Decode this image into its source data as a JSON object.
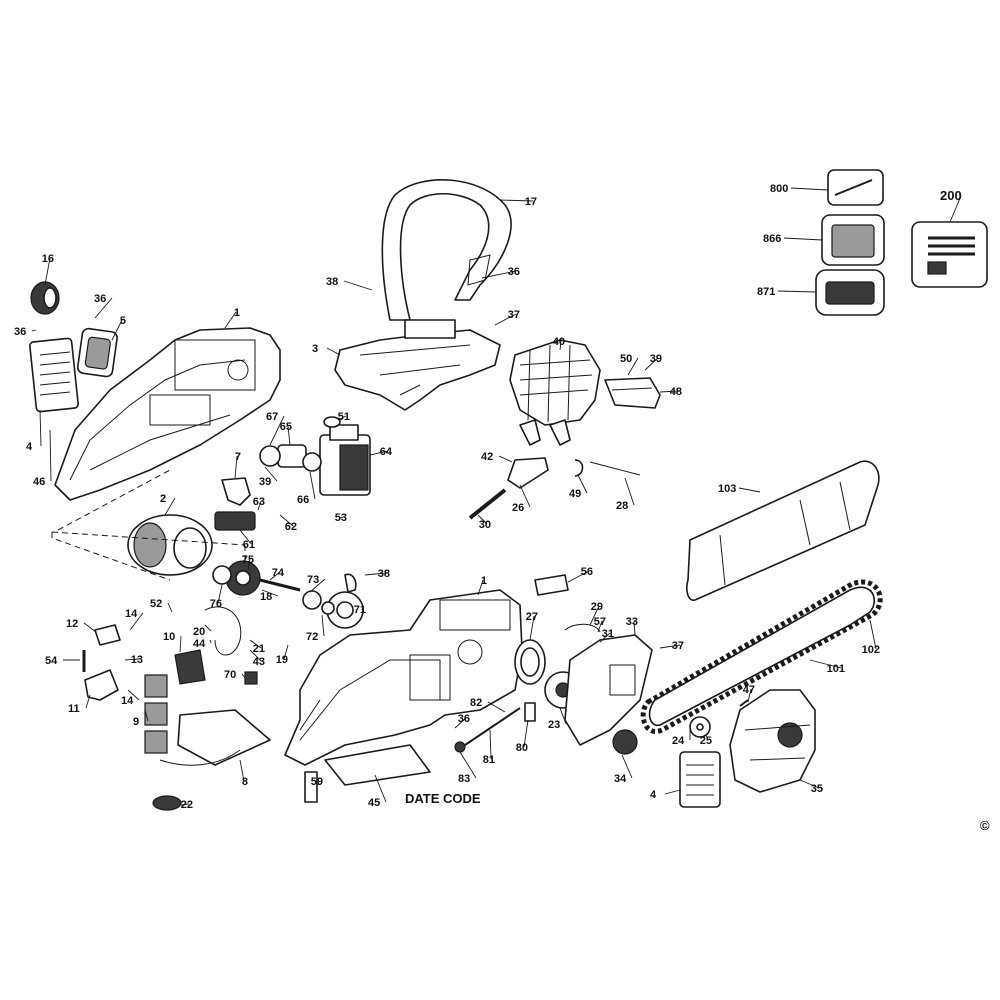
{
  "callouts": [
    {
      "id": "c17",
      "text": "17"
    },
    {
      "id": "c38a",
      "text": "38"
    },
    {
      "id": "c36a",
      "text": "36"
    },
    {
      "id": "c37a",
      "text": "37"
    },
    {
      "id": "c3",
      "text": "3"
    },
    {
      "id": "c16",
      "text": "16"
    },
    {
      "id": "c36b",
      "text": "36"
    },
    {
      "id": "c36c",
      "text": "36"
    },
    {
      "id": "c5",
      "text": "5"
    },
    {
      "id": "c1a",
      "text": "1"
    },
    {
      "id": "c4a",
      "text": "4"
    },
    {
      "id": "c46",
      "text": "46"
    },
    {
      "id": "c40",
      "text": "40"
    },
    {
      "id": "c50",
      "text": "50"
    },
    {
      "id": "c39a",
      "text": "39"
    },
    {
      "id": "c48",
      "text": "48"
    },
    {
      "id": "c51",
      "text": "51"
    },
    {
      "id": "c67",
      "text": "67"
    },
    {
      "id": "c65",
      "text": "65"
    },
    {
      "id": "c64",
      "text": "64"
    },
    {
      "id": "c7",
      "text": "7"
    },
    {
      "id": "c39b",
      "text": "39"
    },
    {
      "id": "c66",
      "text": "66"
    },
    {
      "id": "c42",
      "text": "42"
    },
    {
      "id": "c49",
      "text": "49"
    },
    {
      "id": "c28",
      "text": "28"
    },
    {
      "id": "c26",
      "text": "26"
    },
    {
      "id": "c30",
      "text": "30"
    },
    {
      "id": "c2",
      "text": "2"
    },
    {
      "id": "c63",
      "text": "63"
    },
    {
      "id": "c62",
      "text": "62"
    },
    {
      "id": "c53",
      "text": "53"
    },
    {
      "id": "c61",
      "text": "61"
    },
    {
      "id": "c75",
      "text": "75"
    },
    {
      "id": "c74",
      "text": "74"
    },
    {
      "id": "c73",
      "text": "73"
    },
    {
      "id": "c38b",
      "text": "38"
    },
    {
      "id": "c1b",
      "text": "1"
    },
    {
      "id": "c18",
      "text": "18"
    },
    {
      "id": "c76",
      "text": "76"
    },
    {
      "id": "c71",
      "text": "71"
    },
    {
      "id": "c72",
      "text": "72"
    },
    {
      "id": "c52",
      "text": "52"
    },
    {
      "id": "c14a",
      "text": "14"
    },
    {
      "id": "c12",
      "text": "12"
    },
    {
      "id": "c10",
      "text": "10"
    },
    {
      "id": "c20",
      "text": "20"
    },
    {
      "id": "c44",
      "text": "44"
    },
    {
      "id": "c21",
      "text": "21"
    },
    {
      "id": "c43",
      "text": "43"
    },
    {
      "id": "c19",
      "text": "19"
    },
    {
      "id": "c13",
      "text": "13"
    },
    {
      "id": "c54",
      "text": "54"
    },
    {
      "id": "c70",
      "text": "70"
    },
    {
      "id": "c11",
      "text": "11"
    },
    {
      "id": "c14b",
      "text": "14"
    },
    {
      "id": "c9",
      "text": "9"
    },
    {
      "id": "c8",
      "text": "8"
    },
    {
      "id": "c22",
      "text": "22"
    },
    {
      "id": "c59",
      "text": "59"
    },
    {
      "id": "c45",
      "text": "45"
    },
    {
      "id": "c56",
      "text": "56"
    },
    {
      "id": "c29",
      "text": "29"
    },
    {
      "id": "c57",
      "text": "57"
    },
    {
      "id": "c33",
      "text": "33"
    },
    {
      "id": "c31",
      "text": "31"
    },
    {
      "id": "c37b",
      "text": "37"
    },
    {
      "id": "c27",
      "text": "27"
    },
    {
      "id": "c82",
      "text": "82"
    },
    {
      "id": "c36d",
      "text": "36"
    },
    {
      "id": "c80",
      "text": "80"
    },
    {
      "id": "c23",
      "text": "23"
    },
    {
      "id": "c81",
      "text": "81"
    },
    {
      "id": "c83",
      "text": "83"
    },
    {
      "id": "c34",
      "text": "34"
    },
    {
      "id": "c103",
      "text": "103"
    },
    {
      "id": "c102",
      "text": "102"
    },
    {
      "id": "c101",
      "text": "101"
    },
    {
      "id": "c47",
      "text": "47"
    },
    {
      "id": "c25",
      "text": "25"
    },
    {
      "id": "c24",
      "text": "24"
    },
    {
      "id": "c4b",
      "text": "4"
    },
    {
      "id": "c35",
      "text": "35"
    },
    {
      "id": "c800",
      "text": "800"
    },
    {
      "id": "c866",
      "text": "866"
    },
    {
      "id": "c871",
      "text": "871"
    },
    {
      "id": "c200",
      "text": "200"
    }
  ],
  "date_code_label": "DATE CODE",
  "copyright_mark": "©"
}
